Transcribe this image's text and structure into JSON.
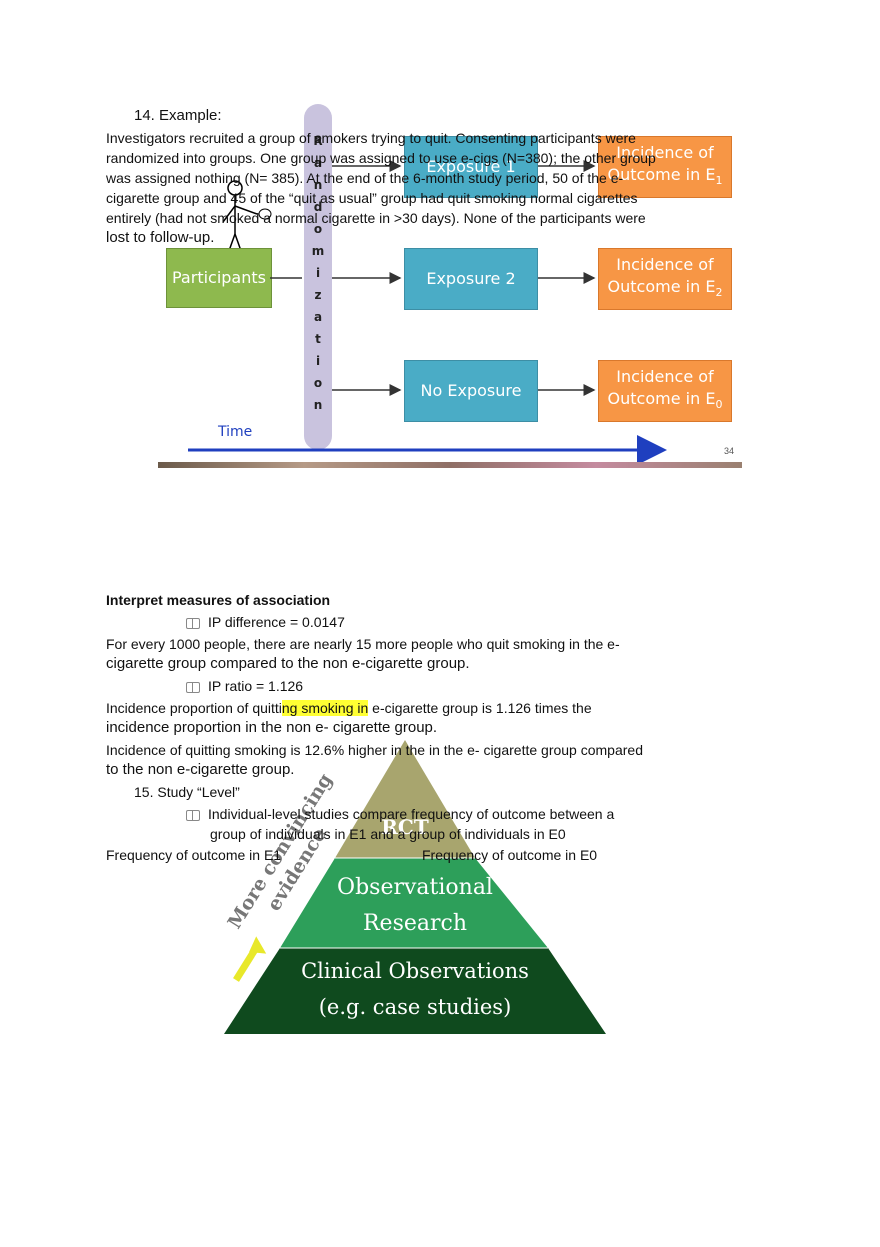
{
  "section14": {
    "heading": "14. Example:",
    "paragraph_lines": [
      "Investigators recruited a group of smokers trying to quit. Consenting participants were",
      "randomized into groups. One group was assigned to use e-cigs (N=380); the other group",
      "was assigned nothing (N= 385). At the end of the 6-month study period, 50 of the e-",
      "cigarette group and 45 of the “quit as usual” group had quit smoking normal cigarettes",
      "entirely (had not smoked a normal cigarette in >30 days). None of the participants were",
      "lost to follow-up."
    ]
  },
  "diagram": {
    "participants": "Participants",
    "randomization_letters": [
      "R",
      "a",
      "n",
      "d",
      "o",
      "m",
      "i",
      "z",
      "a",
      "t",
      "i",
      "o",
      "n"
    ],
    "exposure1": "Exposure 1",
    "exposure2": "Exposure 2",
    "no_exposure": "No Exposure",
    "incidence_prefix": "Incidence of",
    "outcome_prefix": "Outcome in E",
    "sub1": "1",
    "sub2": "2",
    "sub0": "0",
    "time_label": "Time",
    "slide_number": "34",
    "colors": {
      "blue": "#4aacc6",
      "orange": "#f79645",
      "green": "#8eb94e",
      "arrow": "#1f3fbf",
      "bar": "#c9c3de"
    }
  },
  "interpret": {
    "heading": "Interpret measures of association",
    "bullet1": "IP difference = 0.0147",
    "line1a": "For every 1000 people, there are nearly 15 more people who quit smoking in the e-",
    "line1b": "cigarette group compared to the non e-cigarette group.",
    "bullet2": "IP ratio = 1.126",
    "line2a_pre": "Incidence proportion of quitti",
    "line2a_hl": "ng smoking in",
    "line2a_post": " e-cigarette group is 1.126 times the",
    "line2b": "incidence proportion in the non e- cigarette group.",
    "line3a": "Incidence of quitting smoking is 12.6% higher in the in the e- cigarette group compared",
    "line3b": "to the non e-cigarette group."
  },
  "section15": {
    "heading": "15. Study “Level”",
    "bullet": "Individual-level studies compare frequency of outcome between a",
    "bullet_cont": "group of individuals in E1 and a group of individuals in E0",
    "freq_e1": "Frequency of outcome in E1",
    "freq_e0": "Frequency of outcome in E0"
  },
  "pyramid": {
    "top": "RCT",
    "middle_line1": "Observational",
    "middle_line2": "Research",
    "bottom_line1": "Clinical Observations",
    "bottom_line2": "(e.g. case studies)",
    "side_line1": "More convincing",
    "side_line2": "evidence",
    "colors": {
      "top": "#a8a56e",
      "middle": "#2d9f5a",
      "bottom": "#0f4a1e",
      "arrow": "#e8e82a"
    }
  }
}
